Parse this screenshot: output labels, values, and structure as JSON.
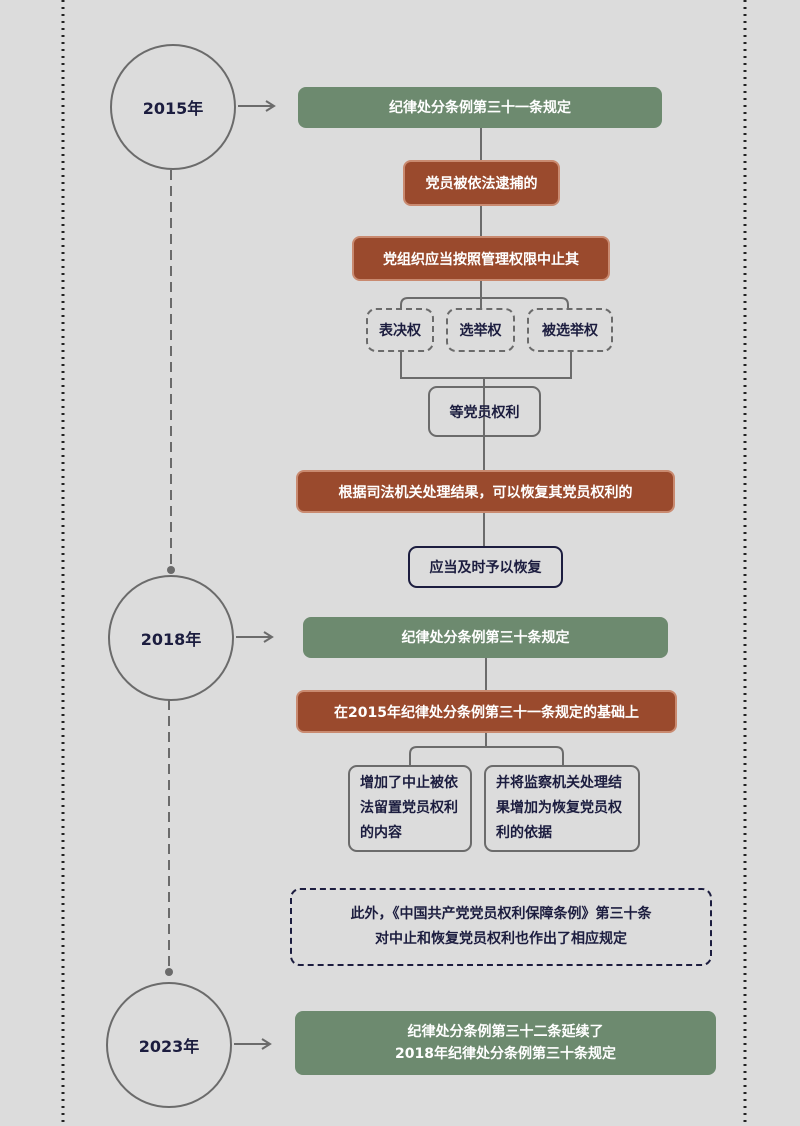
{
  "timeline": [
    {
      "year": "2015年"
    },
    {
      "year": "2018年"
    },
    {
      "year": "2023年"
    }
  ],
  "section_2015": {
    "title": "纪律处分条例第三十一条规定",
    "condition": "党员被依法逮捕的",
    "action": "党组织应当按照管理权限中止其",
    "rights": [
      "表决权",
      "选举权",
      "被选举权"
    ],
    "rights_suffix": "等党员权利",
    "restore_condition": "根据司法机关处理结果，可以恢复其党员权利的",
    "restore_action": "应当及时予以恢复"
  },
  "section_2018": {
    "title": "纪律处分条例第三十条规定",
    "basis": "在2015年纪律处分条例第三十一条规定的基础上",
    "changes": [
      "增加了中止被依法留置党员权利的内容",
      "并将监察机关处理结果增加为恢复党员权利的依据"
    ],
    "note_line1": "此外，《中国共产党党员权利保障条例》第三十条",
    "note_line2": "对中止和恢复党员权利也作出了相应规定"
  },
  "section_2023": {
    "title_line1": "纪律处分条例第三十二条延续了",
    "title_line2": "2018年纪律处分条例第三十条规定"
  },
  "colors": {
    "green": "#6d8a6f",
    "brown": "#9a4a2d",
    "navy": "#1c1d3f",
    "background": "#dcdcdc"
  }
}
